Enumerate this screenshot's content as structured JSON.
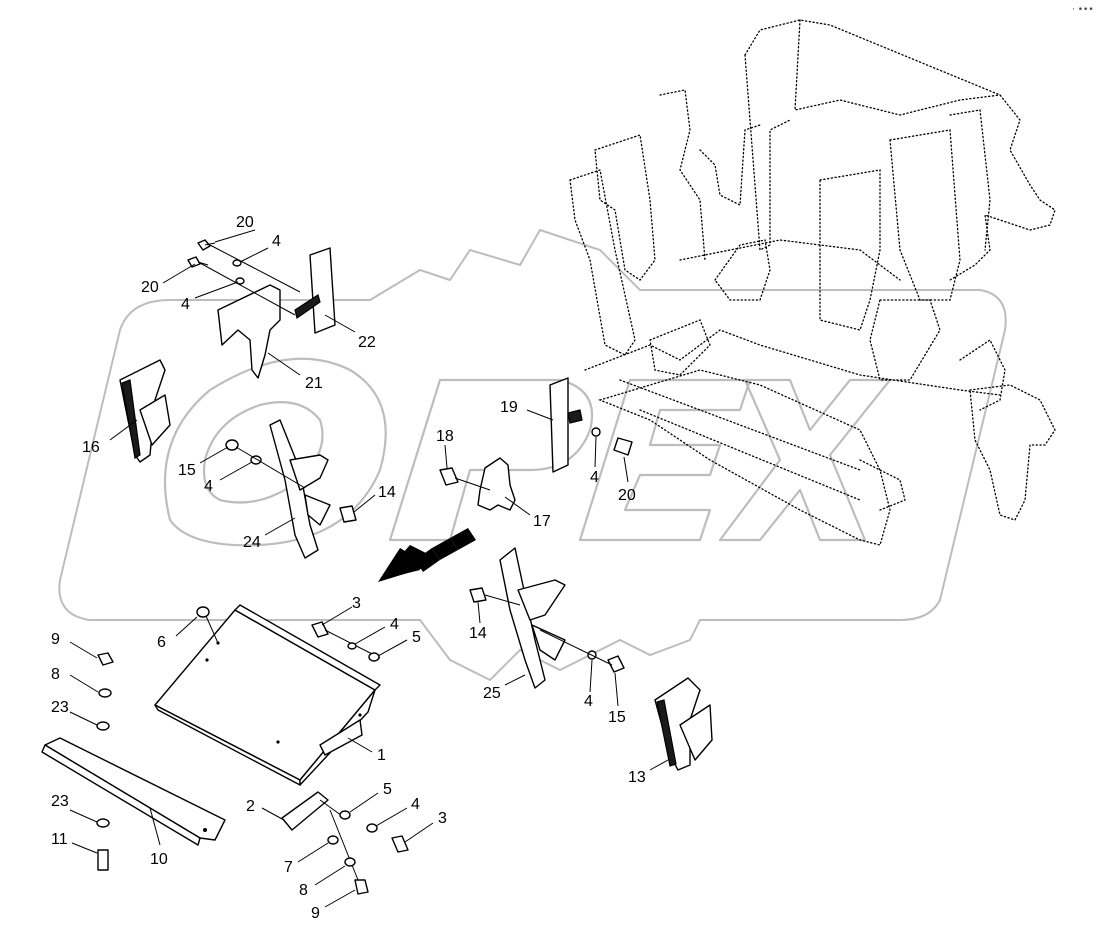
{
  "corner_mark": "⁲· •••",
  "callouts": [
    {
      "id": "c1",
      "text": "1"
    },
    {
      "id": "c2",
      "text": "2"
    },
    {
      "id": "c3a",
      "text": "3"
    },
    {
      "id": "c3b",
      "text": "3"
    },
    {
      "id": "c4a",
      "text": "4"
    },
    {
      "id": "c4b",
      "text": "4"
    },
    {
      "id": "c4c",
      "text": "4"
    },
    {
      "id": "c4d",
      "text": "4"
    },
    {
      "id": "c4e",
      "text": "4"
    },
    {
      "id": "c4f",
      "text": "4"
    },
    {
      "id": "c4g",
      "text": "4"
    },
    {
      "id": "c5a",
      "text": "5"
    },
    {
      "id": "c5b",
      "text": "5"
    },
    {
      "id": "c6",
      "text": "6"
    },
    {
      "id": "c7",
      "text": "7"
    },
    {
      "id": "c8a",
      "text": "8"
    },
    {
      "id": "c8b",
      "text": "8"
    },
    {
      "id": "c9a",
      "text": "9"
    },
    {
      "id": "c9b",
      "text": "9"
    },
    {
      "id": "c10",
      "text": "10"
    },
    {
      "id": "c11",
      "text": "11"
    },
    {
      "id": "c13",
      "text": "13"
    },
    {
      "id": "c14a",
      "text": "14"
    },
    {
      "id": "c14b",
      "text": "14"
    },
    {
      "id": "c15a",
      "text": "15"
    },
    {
      "id": "c15b",
      "text": "15"
    },
    {
      "id": "c16",
      "text": "16"
    },
    {
      "id": "c17",
      "text": "17"
    },
    {
      "id": "c18",
      "text": "18"
    },
    {
      "id": "c19",
      "text": "19"
    },
    {
      "id": "c20a",
      "text": "20"
    },
    {
      "id": "c20b",
      "text": "20"
    },
    {
      "id": "c20c",
      "text": "20"
    },
    {
      "id": "c21",
      "text": "21"
    },
    {
      "id": "c22",
      "text": "22"
    },
    {
      "id": "c23a",
      "text": "23"
    },
    {
      "id": "c23b",
      "text": "23"
    },
    {
      "id": "c24",
      "text": "24"
    },
    {
      "id": "c25",
      "text": "25"
    }
  ]
}
